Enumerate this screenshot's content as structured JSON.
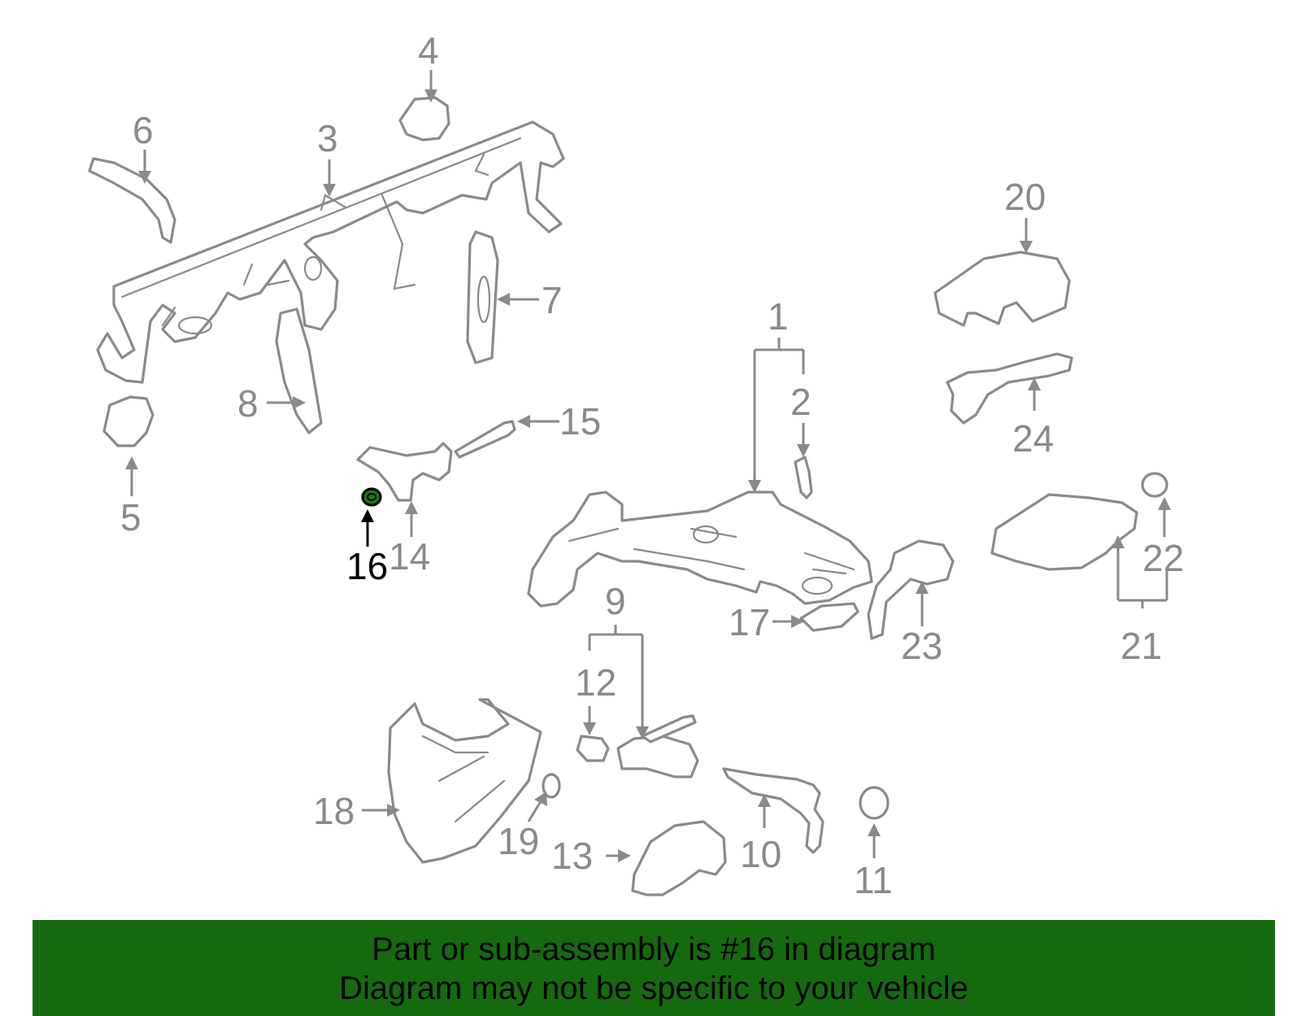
{
  "diagram": {
    "highlighted_part": "16",
    "highlight_color": "#1d7a12",
    "line_color": "#8a8a8a",
    "callouts": [
      "1",
      "2",
      "3",
      "4",
      "5",
      "6",
      "7",
      "8",
      "9",
      "10",
      "11",
      "12",
      "13",
      "14",
      "15",
      "16",
      "17",
      "18",
      "19",
      "20",
      "21",
      "22",
      "23",
      "24"
    ]
  },
  "banner": {
    "line1": "Part or sub-assembly is #16 in diagram",
    "line2": "Diagram may not be specific to your vehicle",
    "background": "#156a0f"
  }
}
